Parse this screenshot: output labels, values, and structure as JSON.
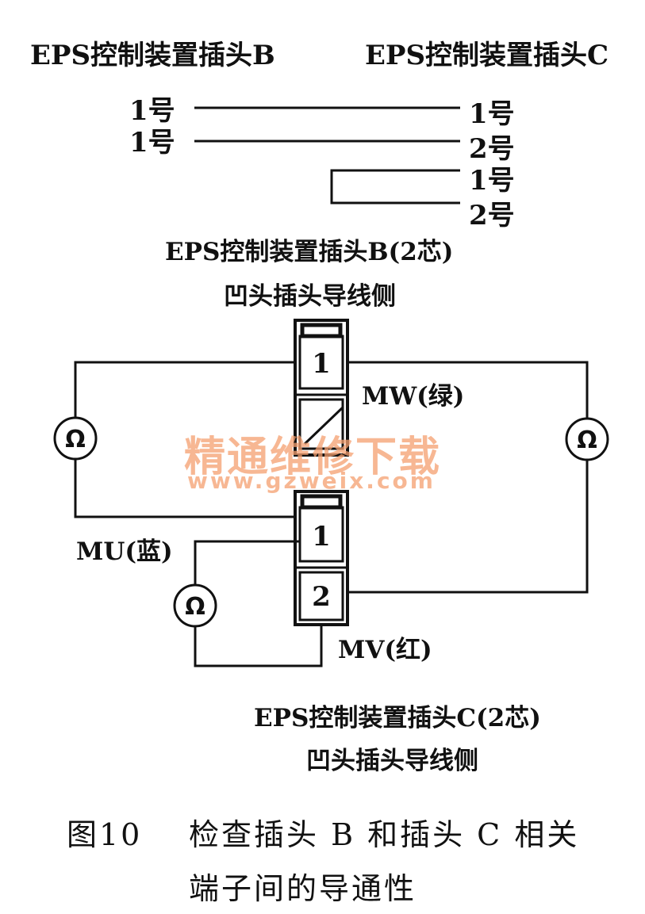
{
  "header": {
    "plug_b": "EPS控制装置插头B",
    "plug_c": "EPS控制装置插头C"
  },
  "pin_map": {
    "b_left": [
      "1号",
      "1号"
    ],
    "c_right": [
      "1号",
      "2号",
      "1号",
      "2号"
    ]
  },
  "connector_b": {
    "caption_line1": "EPS控制装置插头B(2芯)",
    "caption_line2": "凹头插头导线侧",
    "pin": "1"
  },
  "connector_c": {
    "caption_line1": "EPS控制装置插头C(2芯)",
    "caption_line2": "凹头插头导线侧",
    "pins": [
      "1",
      "2"
    ]
  },
  "wires": {
    "mw": "MW(绿)",
    "mu": "MU(蓝)",
    "mv": "MV(红)"
  },
  "meters": [
    "Ω",
    "Ω",
    "Ω"
  ],
  "watermark": {
    "line1": "精通维修下载",
    "line2": "www.gzweix.com"
  },
  "figure": {
    "label": "图10",
    "caption_line1": "检查插头 B 和插头 C 相关",
    "caption_line2": "端子间的导通性"
  }
}
